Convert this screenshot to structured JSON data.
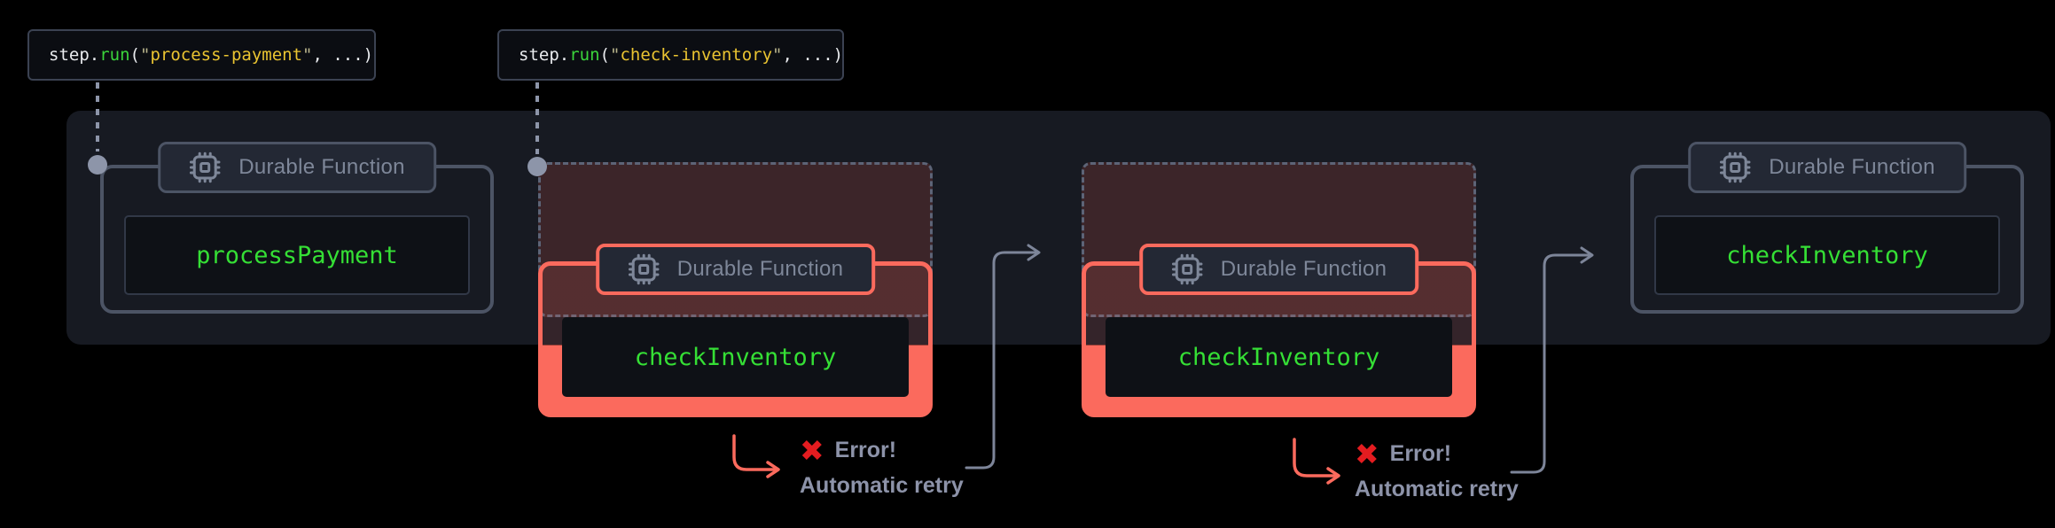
{
  "colors": {
    "background": "#000000",
    "container": "#171a22",
    "accent_salmon": "#fb6a5d",
    "function_green": "#35df35",
    "code_string_gold": "#eac431",
    "code_fn_green": "#3bd43b",
    "gray_blue": "#8d95a9",
    "border_gray": "#4c5465",
    "error_red": "#e41c20",
    "label_gray": "#8d93a9"
  },
  "icons": {
    "durable_badge": "cpu-chip-icon",
    "error_marker": "x-mark-icon"
  },
  "code_labels": [
    {
      "tokens": [
        [
          "plain",
          "step."
        ],
        [
          "fn",
          "run"
        ],
        [
          "plain",
          "("
        ],
        [
          "q",
          "\""
        ],
        [
          "str",
          "process-payment"
        ],
        [
          "q",
          "\""
        ],
        [
          "plain",
          ", ...)"
        ]
      ]
    },
    {
      "tokens": [
        [
          "plain",
          "step."
        ],
        [
          "fn",
          "run"
        ],
        [
          "plain",
          "("
        ],
        [
          "q",
          "\""
        ],
        [
          "str",
          "check-inventory"
        ],
        [
          "q",
          "\""
        ],
        [
          "plain",
          ", ...)"
        ]
      ]
    }
  ],
  "blocks": [
    {
      "badge": "Durable Function",
      "fn": "processPayment"
    },
    {
      "badge": "Durable Function",
      "fn": "checkInventory"
    },
    {
      "badge": "Durable Function",
      "fn": "checkInventory"
    },
    {
      "badge": "Durable Function",
      "fn": "checkInventory"
    }
  ],
  "errors": [
    {
      "icon": "✖",
      "title": "Error!",
      "subtitle": "Automatic retry"
    },
    {
      "icon": "✖",
      "title": "Error!",
      "subtitle": "Automatic retry"
    }
  ]
}
